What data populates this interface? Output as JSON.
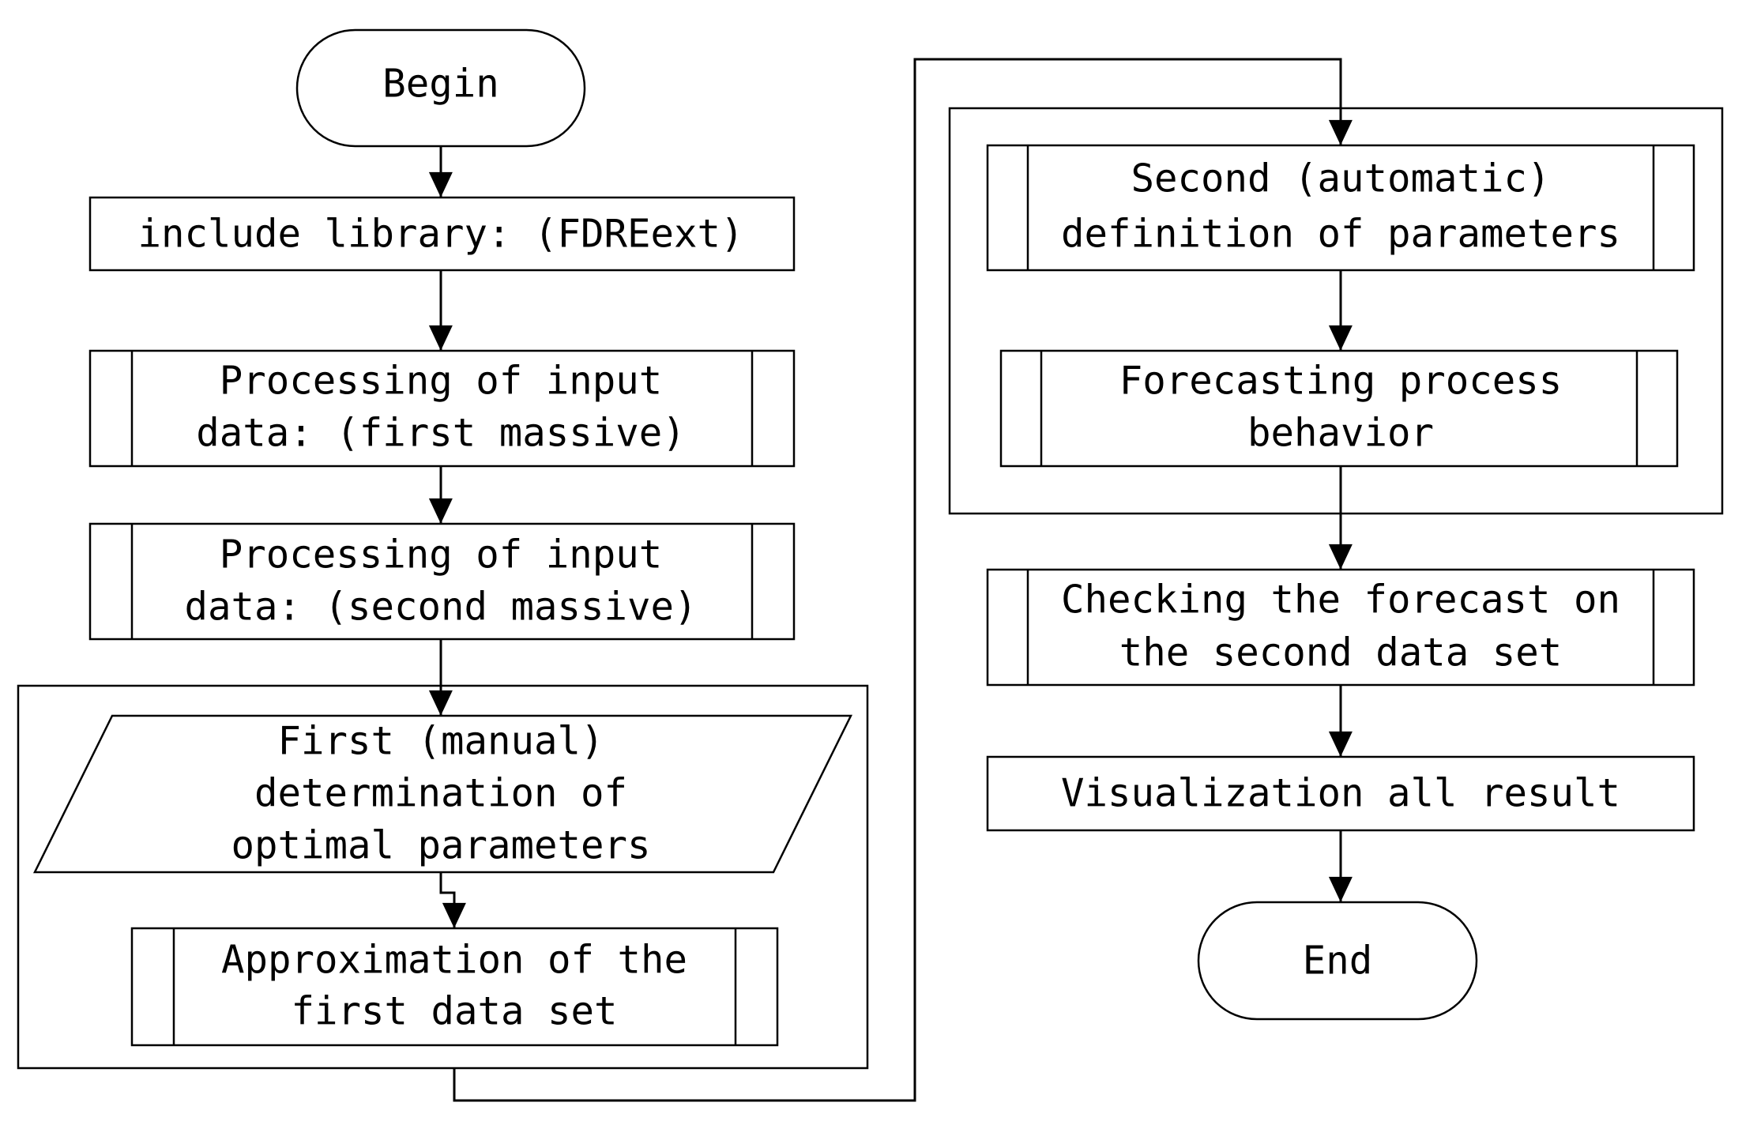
{
  "colors": {
    "stroke": "#000000",
    "background": "#ffffff",
    "text": "#000000"
  },
  "nodes": {
    "begin": {
      "shape": "terminal",
      "lines": [
        "Begin"
      ]
    },
    "include": {
      "shape": "process",
      "lines": [
        "include library: (FDREext)"
      ]
    },
    "proc1": {
      "shape": "predefined-process",
      "lines": [
        "Processing of input",
        "data: (first massive)"
      ]
    },
    "proc2": {
      "shape": "predefined-process",
      "lines": [
        "Processing of input",
        "data: (second massive)"
      ]
    },
    "manual": {
      "shape": "data",
      "lines": [
        "First (manual)",
        "determination of",
        "optimal parameters"
      ]
    },
    "approx": {
      "shape": "predefined-process",
      "lines": [
        "Approximation of the",
        "first data set"
      ]
    },
    "auto": {
      "shape": "predefined-process",
      "lines": [
        "Second (automatic)",
        "definition of parameters"
      ]
    },
    "forecast": {
      "shape": "predefined-process",
      "lines": [
        "Forecasting process",
        "behavior"
      ]
    },
    "check": {
      "shape": "predefined-process",
      "lines": [
        "Checking the forecast on",
        "the second data set"
      ]
    },
    "visual": {
      "shape": "process",
      "lines": [
        "Visualization all result"
      ]
    },
    "end": {
      "shape": "terminal",
      "lines": [
        "End"
      ]
    }
  },
  "groups": [
    {
      "id": "group-manual",
      "members": [
        "manual",
        "approx"
      ]
    },
    {
      "id": "group-auto",
      "members": [
        "auto",
        "forecast"
      ]
    }
  ],
  "edges": [
    {
      "from": "begin",
      "to": "include"
    },
    {
      "from": "include",
      "to": "proc1"
    },
    {
      "from": "proc1",
      "to": "proc2"
    },
    {
      "from": "proc2",
      "to": "manual"
    },
    {
      "from": "manual",
      "to": "approx"
    },
    {
      "from": "group-manual",
      "to": "auto"
    },
    {
      "from": "forecast",
      "to": "check"
    },
    {
      "from": "check",
      "to": "visual"
    },
    {
      "from": "visual",
      "to": "end"
    }
  ]
}
